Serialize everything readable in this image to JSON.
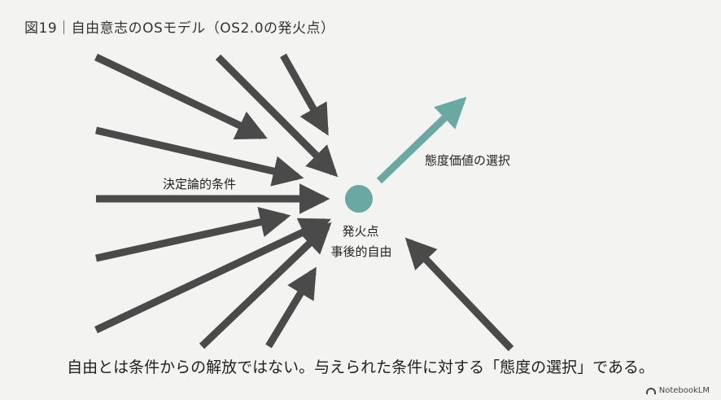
{
  "title": "図19｜自由意志のOSモデル（OS2.0の発火点）",
  "labels": {
    "determinism": "決定論的条件",
    "ignition_line1": "発火点",
    "ignition_line2": "事後的自由",
    "choice": "態度価値の選択"
  },
  "caption": "自由とは条件からの解放ではない。与えられた条件に対する「態度の選択」である。",
  "brand": "NotebookLM",
  "colors": {
    "arrow": "#4a4a4a",
    "accent": "#6aa8a3",
    "background": "#f3f3f1"
  },
  "diagram": {
    "incoming_arrow_count": 10,
    "outgoing_arrow_count": 1
  }
}
